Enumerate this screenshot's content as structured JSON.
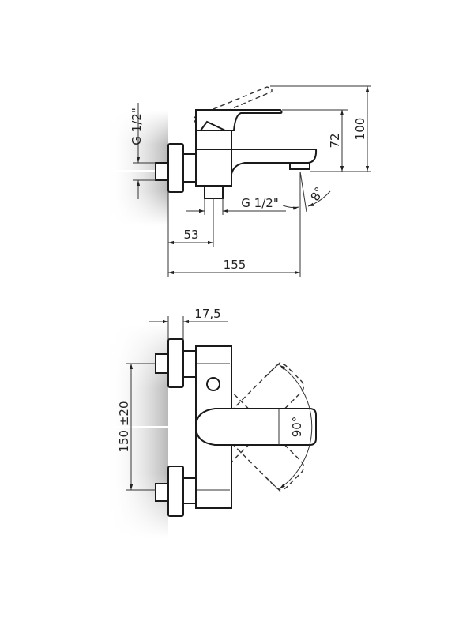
{
  "side_view": {
    "height_total": "100",
    "height_spout": "72",
    "thread_wall": "G 1/2\"",
    "thread_outlet": "G 1/2\"",
    "angle_spout": "8°",
    "dist_outlet": "53",
    "length_total": "155"
  },
  "front_view": {
    "flange_depth": "17,5",
    "inlet_spacing": "150 ±20",
    "lever_rotation": "90°"
  },
  "colors": {
    "line": "#1a1a1a",
    "wall_shade": "#c8c8c8"
  }
}
